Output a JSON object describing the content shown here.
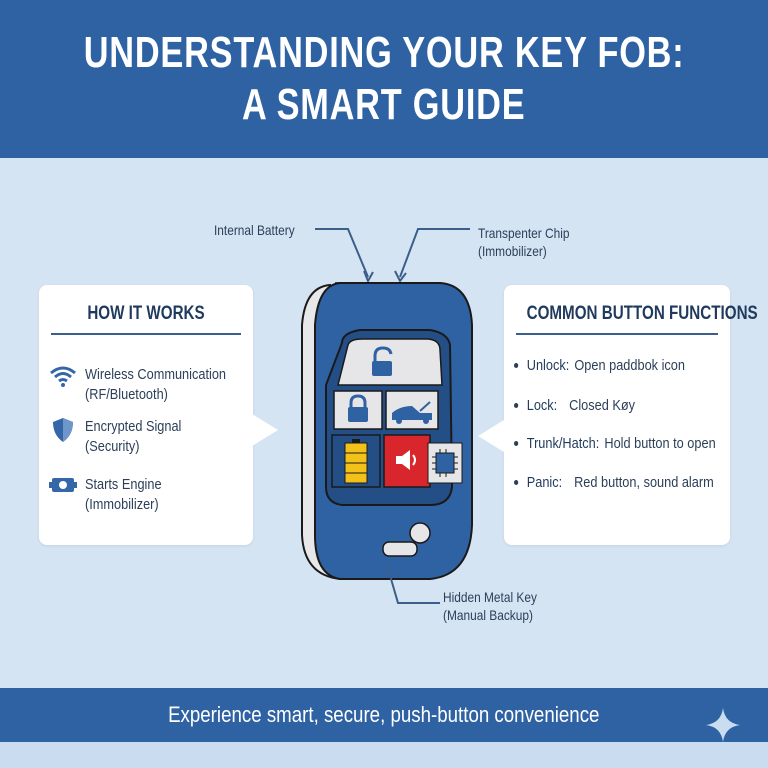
{
  "header": {
    "title_line1": "UNDERSTANDING YOUR KEY FOB:",
    "title_line2": "A SMART GUIDE"
  },
  "colors": {
    "brand_blue": "#2f62a3",
    "background": "#d5e4f3",
    "panic_red": "#d8262c",
    "battery_yellow": "#f2c21b"
  },
  "how_it_works": {
    "title": "HOW IT WORKS",
    "items": [
      {
        "icon": "wifi-icon",
        "line1": "Wireless Communication",
        "line2": "(RF/Bluetooth)"
      },
      {
        "icon": "shield-icon",
        "line1": "Encrypted Signal",
        "line2": "(Security)"
      },
      {
        "icon": "engine-icon",
        "line1": "Starts Engine",
        "line2": "(Immobilizer)"
      }
    ]
  },
  "button_functions": {
    "title": "COMMON BUTTON FUNCTIONS",
    "items": [
      {
        "label": "Unlock:",
        "desc": "Open paddbok icon"
      },
      {
        "label": "Lock:",
        "desc": "Closed Køy"
      },
      {
        "label": "Trunk/Hatch:",
        "desc": "Hold button to open"
      },
      {
        "label": "Panic:",
        "desc": "Red button, sound alarm"
      }
    ]
  },
  "callouts": {
    "battery": "Internal Battery",
    "chip_line1": "Transpenter Chip",
    "chip_line2": "(Immobilizer)",
    "key_line1": "Hidden Metal Key",
    "key_line2": "(Manual Backup)"
  },
  "footer": {
    "tagline": "Experience smart, secure, push-button convenience"
  }
}
